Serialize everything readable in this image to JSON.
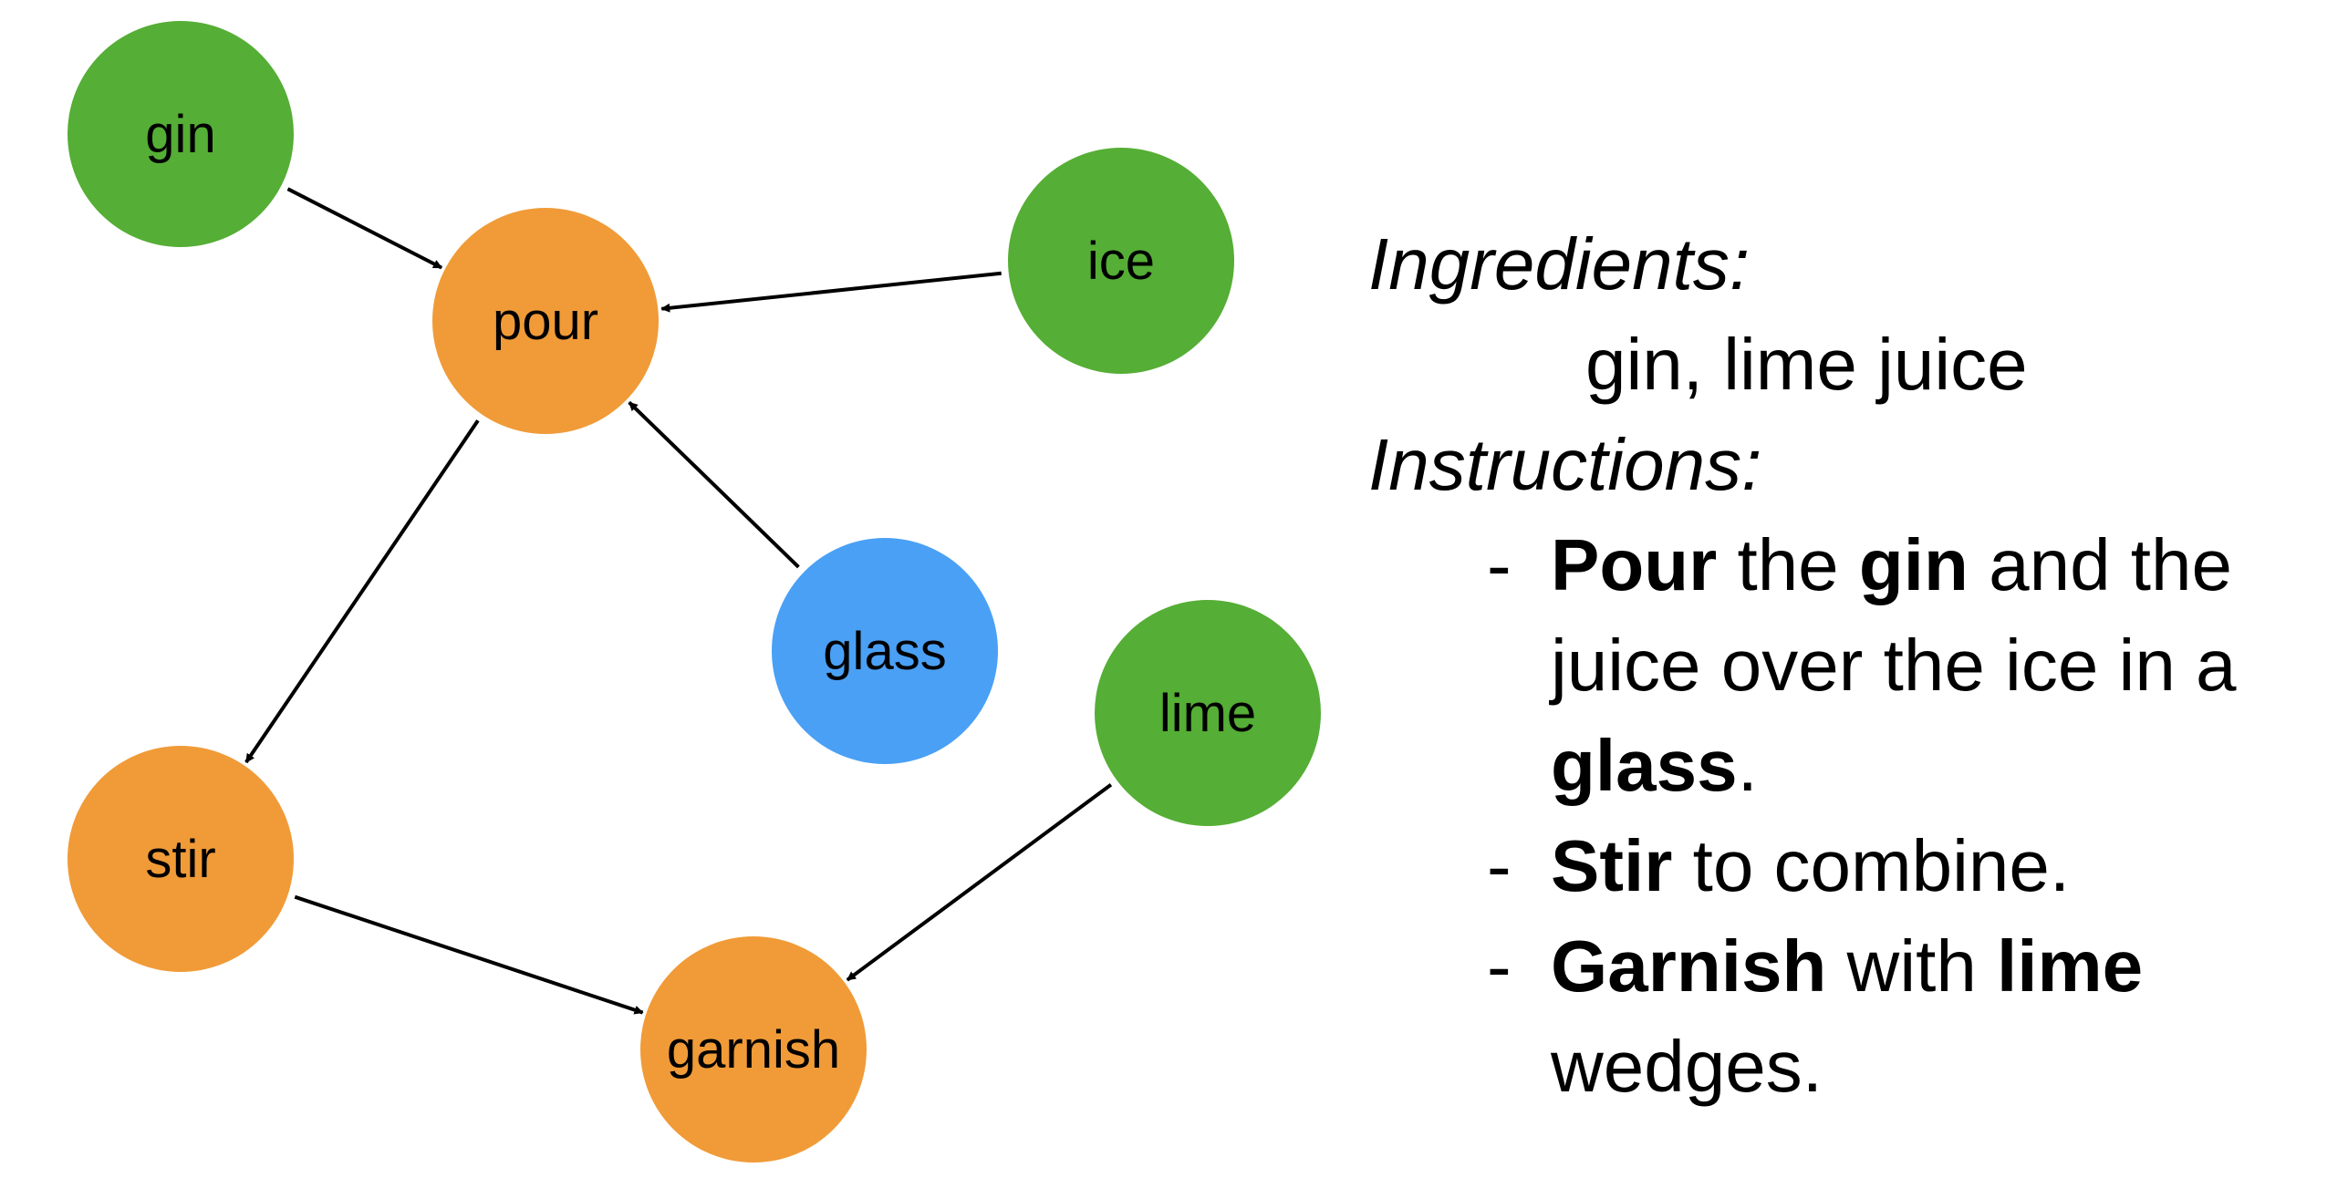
{
  "colors": {
    "ingredient": "#55AE35",
    "action": "#F09B38",
    "tool": "#4AA0F5",
    "edge": "#000000",
    "text": "#000000"
  },
  "nodes": [
    {
      "id": "gin",
      "label": "gin",
      "kind": "ingredient"
    },
    {
      "id": "ice",
      "label": "ice",
      "kind": "ingredient"
    },
    {
      "id": "pour",
      "label": "pour",
      "kind": "action"
    },
    {
      "id": "glass",
      "label": "glass",
      "kind": "tool"
    },
    {
      "id": "lime",
      "label": "lime",
      "kind": "ingredient"
    },
    {
      "id": "stir",
      "label": "stir",
      "kind": "action"
    },
    {
      "id": "garnish",
      "label": "garnish",
      "kind": "action"
    }
  ],
  "edges": [
    {
      "from": "gin",
      "to": "pour"
    },
    {
      "from": "ice",
      "to": "pour"
    },
    {
      "from": "glass",
      "to": "pour"
    },
    {
      "from": "pour",
      "to": "stir"
    },
    {
      "from": "stir",
      "to": "garnish"
    },
    {
      "from": "lime",
      "to": "garnish"
    }
  ],
  "recipe": {
    "ingredients_heading": "Ingredients:",
    "ingredients_text": "gin, lime juice",
    "instructions_heading": "Instructions:",
    "steps": [
      {
        "lines": [
          [
            {
              "t": "Pour",
              "b": true
            },
            {
              "t": " the ",
              "b": false
            },
            {
              "t": "gin",
              "b": true
            },
            {
              "t": " and the",
              "b": false
            }
          ],
          [
            {
              "t": "juice over the ice in a",
              "b": false
            }
          ],
          [
            {
              "t": "glass",
              "b": true
            },
            {
              "t": ".",
              "b": false
            }
          ]
        ]
      },
      {
        "lines": [
          [
            {
              "t": "Stir",
              "b": true
            },
            {
              "t": " to combine.",
              "b": false
            }
          ]
        ]
      },
      {
        "lines": [
          [
            {
              "t": "Garnish",
              "b": true
            },
            {
              "t": " with ",
              "b": false
            },
            {
              "t": "lime",
              "b": true
            }
          ],
          [
            {
              "t": "wedges.",
              "b": false
            }
          ]
        ]
      }
    ]
  }
}
